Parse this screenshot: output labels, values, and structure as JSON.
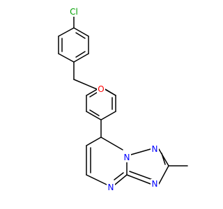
{
  "colors": {
    "background": "#ffffff",
    "bond": "#000000",
    "chlorine": "#00a000",
    "oxygen": "#ff0000",
    "nitrogen": "#0000ff"
  },
  "atom_labels": {
    "chlorine": "Cl",
    "oxygen": "O",
    "nitrogen_bridgehead": "N",
    "nitrogen_triazole_top": "N",
    "nitrogen_triazole_bottom": "N",
    "nitrogen_pyrimidine": "N"
  }
}
